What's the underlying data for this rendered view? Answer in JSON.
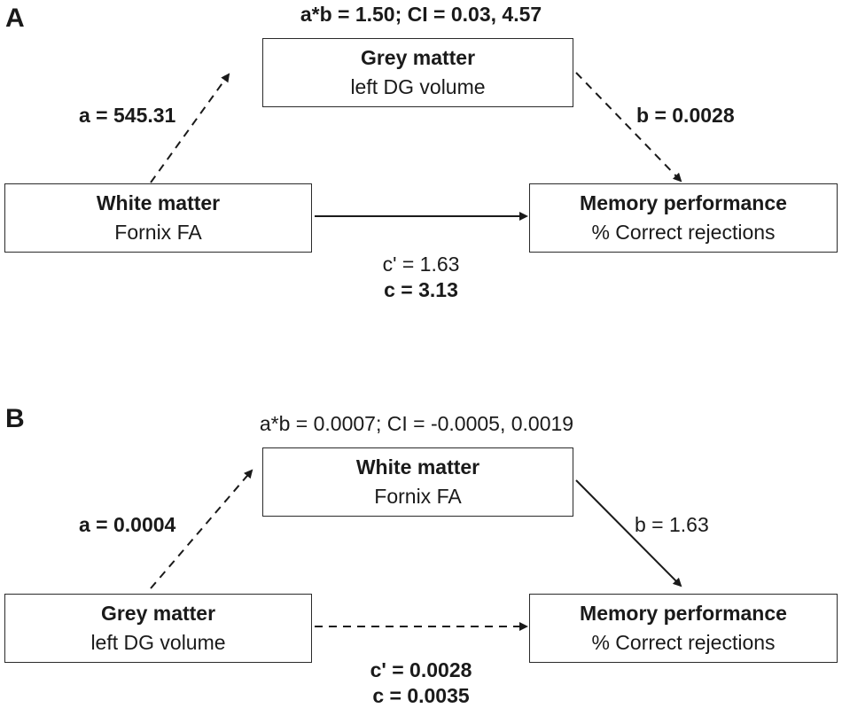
{
  "panel_a": {
    "label": "A",
    "header": "a*b = 1.50; CI = 0.03, 4.57",
    "mediator": {
      "title": "Grey matter",
      "subtitle": "left DG volume"
    },
    "predictor": {
      "title": "White matter",
      "subtitle": "Fornix FA"
    },
    "outcome": {
      "title": "Memory performance",
      "subtitle": "% Correct rejections"
    },
    "path_a": "a = 545.31",
    "path_b": "b = 0.0028",
    "path_c_prime": "c' = 1.63",
    "path_c": "c = 3.13"
  },
  "panel_b": {
    "label": "B",
    "header": "a*b = 0.0007; CI = -0.0005, 0.0019",
    "mediator": {
      "title": "White matter",
      "subtitle": "Fornix FA"
    },
    "predictor": {
      "title": "Grey matter",
      "subtitle": "left DG volume"
    },
    "outcome": {
      "title": "Memory performance",
      "subtitle": "% Correct rejections"
    },
    "path_a": "a = 0.0004",
    "path_b": "b = 1.63",
    "path_c_prime": "c' = 0.0028",
    "path_c": "c = 0.0035"
  }
}
